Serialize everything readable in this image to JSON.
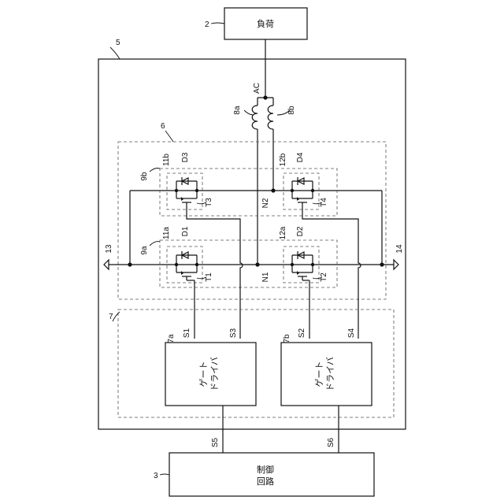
{
  "labels": {
    "load_ref": "2",
    "load_box": "負荷",
    "device_ref": "5",
    "ac": "AC",
    "coil_a": "8a",
    "coil_b": "8b",
    "switch_ref": "6",
    "module_9b": "9b",
    "module_9a": "9a",
    "cell_11b": "11b",
    "cell_12b": "12b",
    "cell_11a": "11a",
    "cell_12a": "12a",
    "d1": "D1",
    "d2": "D2",
    "d3": "D3",
    "d4": "D4",
    "t1": "T1",
    "t2": "T2",
    "t3": "T3",
    "t4": "T4",
    "n1": "N1",
    "n2": "N2",
    "term_13": "13",
    "term_14": "14",
    "driver_group_ref": "7",
    "driver_a_ref": "7a",
    "driver_b_ref": "7b",
    "s1": "S1",
    "s2": "S2",
    "s3": "S3",
    "s4": "S4",
    "s5": "S5",
    "s6": "S6",
    "gate_driver_line1": "ゲート",
    "gate_driver_line2": "ドライバ",
    "controller_ref": "3",
    "controller_line1": "制御",
    "controller_line2": "回路"
  }
}
